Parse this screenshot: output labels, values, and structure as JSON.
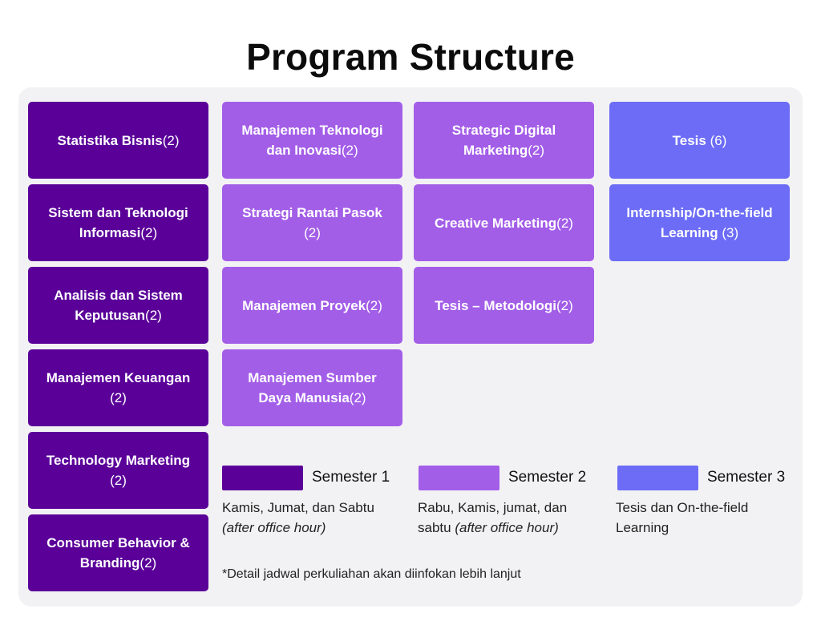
{
  "title": "Program Structure",
  "colors": {
    "semester1": "#5a0099",
    "semester2": "#a35ee8",
    "semester3": "#6c6cf7"
  },
  "courses": {
    "semester1": [
      {
        "name": "Statistika Bisnis",
        "credits": "(2)"
      },
      {
        "name": "Sistem dan Teknologi Informasi",
        "credits": "(2)"
      },
      {
        "name": "Analisis dan Sistem Keputusan",
        "credits": "(2)"
      },
      {
        "name": "Manajemen Keuangan",
        "credits": "(2)"
      },
      {
        "name": "Technology Marketing",
        "credits": "(2)"
      },
      {
        "name": "Consumer Behavior & Branding",
        "credits": "(2)"
      }
    ],
    "semester2a": [
      {
        "name": "Manajemen Teknologi dan Inovasi",
        "credits": "(2)"
      },
      {
        "name": "Strategi Rantai Pasok",
        "credits": "(2)"
      },
      {
        "name": "Manajemen Proyek",
        "credits": "(2)"
      },
      {
        "name": "Manajemen Sumber Daya Manusia",
        "credits": "(2)"
      }
    ],
    "semester2b": [
      {
        "name": "Strategic Digital Marketing",
        "credits": "(2)"
      },
      {
        "name": "Creative Marketing",
        "credits": "(2)"
      },
      {
        "name": "Tesis – Metodologi",
        "credits": "(2)"
      }
    ],
    "semester3": [
      {
        "name": "Tesis",
        "credits": "(6)"
      },
      {
        "name": "Internship/On-the-field Learning",
        "credits": "(3)"
      }
    ]
  },
  "legend": [
    {
      "label": "Semester 1",
      "desc": "Kamis, Jumat, dan Sabtu",
      "desc_italic": "(after office hour)"
    },
    {
      "label": "Semester 2",
      "desc": "Rabu, Kamis, jumat, dan sabtu",
      "desc_italic": "(after office hour)"
    },
    {
      "label": "Semester 3",
      "desc": "Tesis dan On-the-field Learning",
      "desc_italic": ""
    }
  ],
  "note": "*Detail jadwal perkuliahan akan diinfokan lebih lanjut"
}
